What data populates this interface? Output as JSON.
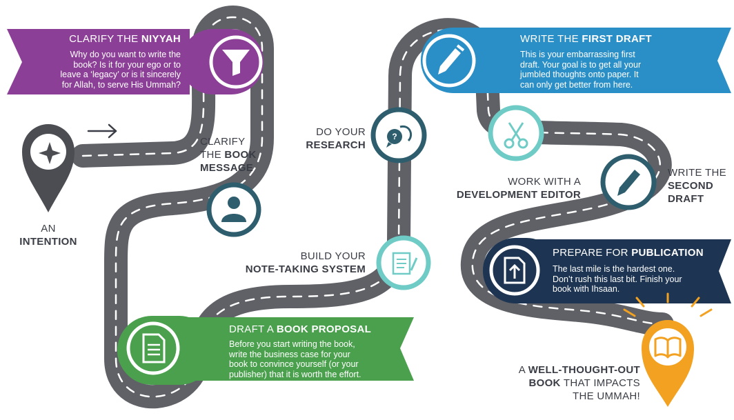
{
  "colors": {
    "road": "#5f6166",
    "road_light": "#c9cbce",
    "purple": "#8c3f96",
    "blue": "#2a8fc7",
    "green": "#4aa04d",
    "navy": "#1d3552",
    "teal_light": "#6fcbc6",
    "teal_dark": "#2e5e6e",
    "orange": "#f2a121",
    "pin_dark": "#4b4d52"
  },
  "steps": {
    "intention": {
      "line1": "AN",
      "line2": "INTENTION",
      "icon": "sparkle-icon"
    },
    "niyyah": {
      "title_plain": "CLARIFY THE ",
      "title_bold": "NIYYAH",
      "body": [
        "Why do you want to write the",
        "book? Is it for your ego or to",
        "leave a ‘legacy’ or is it sincerely",
        "for Allah, to serve His Ummah?"
      ],
      "icon": "funnel-icon"
    },
    "message": {
      "line1": "CLARIFY",
      "line2_plain": "THE ",
      "line2_bold": "BOOK",
      "line3": "MESSAGE",
      "icon": "person-icon"
    },
    "proposal": {
      "title_plain": "DRAFT A ",
      "title_bold": "BOOK PROPOSAL",
      "body": [
        "Before you start writing the book,",
        "write the business case for your",
        "book to convince yourself (or your",
        "publisher) that it is worth the effort."
      ],
      "icon": "document-icon"
    },
    "notes": {
      "line1": "BUILD YOUR",
      "line2": "NOTE-TAKING SYSTEM",
      "icon": "notepad-icon"
    },
    "research": {
      "line1": "DO YOUR",
      "line2": "RESEARCH",
      "icon": "chat-bubbles-icon"
    },
    "first_draft": {
      "title_plain": "WRITE THE ",
      "title_bold": "FIRST DRAFT",
      "body": [
        "This is your embarrassing first",
        "draft. Your goal is to get all your",
        "jumbled thoughts onto paper. It",
        "can only get better from here."
      ],
      "icon": "pen-icon"
    },
    "editor": {
      "line1": "WORK WITH A",
      "line2": "DEVELOPMENT EDITOR",
      "icon": "scissors-icon"
    },
    "second_draft": {
      "line1": "WRITE THE",
      "line2": "SECOND",
      "line3": "DRAFT",
      "icon": "pen-icon"
    },
    "publication": {
      "title_plain": "PREPARE FOR ",
      "title_bold": "PUBLICATION",
      "body": [
        "The last mile is the hardest one.",
        "Don’t rush this last bit. Finish your",
        "book with Ihsaan."
      ],
      "icon": "upload-file-icon"
    },
    "final": {
      "line1_plain": "A ",
      "line1_bold": "WELL-THOUGHT-OUT",
      "line2_bold": "BOOK",
      "line2_plain": " THAT IMPACTS",
      "line3": "THE UMMAH!",
      "icon": "open-book-icon"
    }
  }
}
